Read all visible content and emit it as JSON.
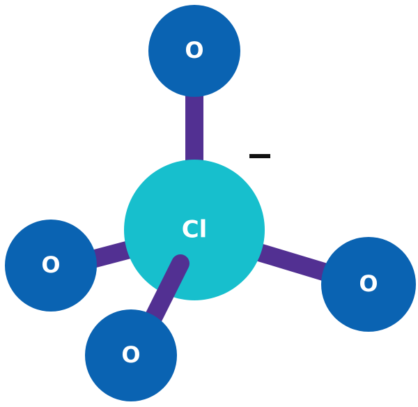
{
  "molecule": {
    "central_atom": {
      "symbol": "Cl"
    },
    "oxygen_atoms": [
      {
        "symbol": "O"
      },
      {
        "symbol": "O"
      },
      {
        "symbol": "O"
      },
      {
        "symbol": "O"
      }
    ],
    "charge": "−"
  },
  "colors": {
    "oxygen": "#0a63b2",
    "chlorine": "#17bfcd",
    "bond": "#523092",
    "label": "#ffffff",
    "charge": "#111111"
  }
}
